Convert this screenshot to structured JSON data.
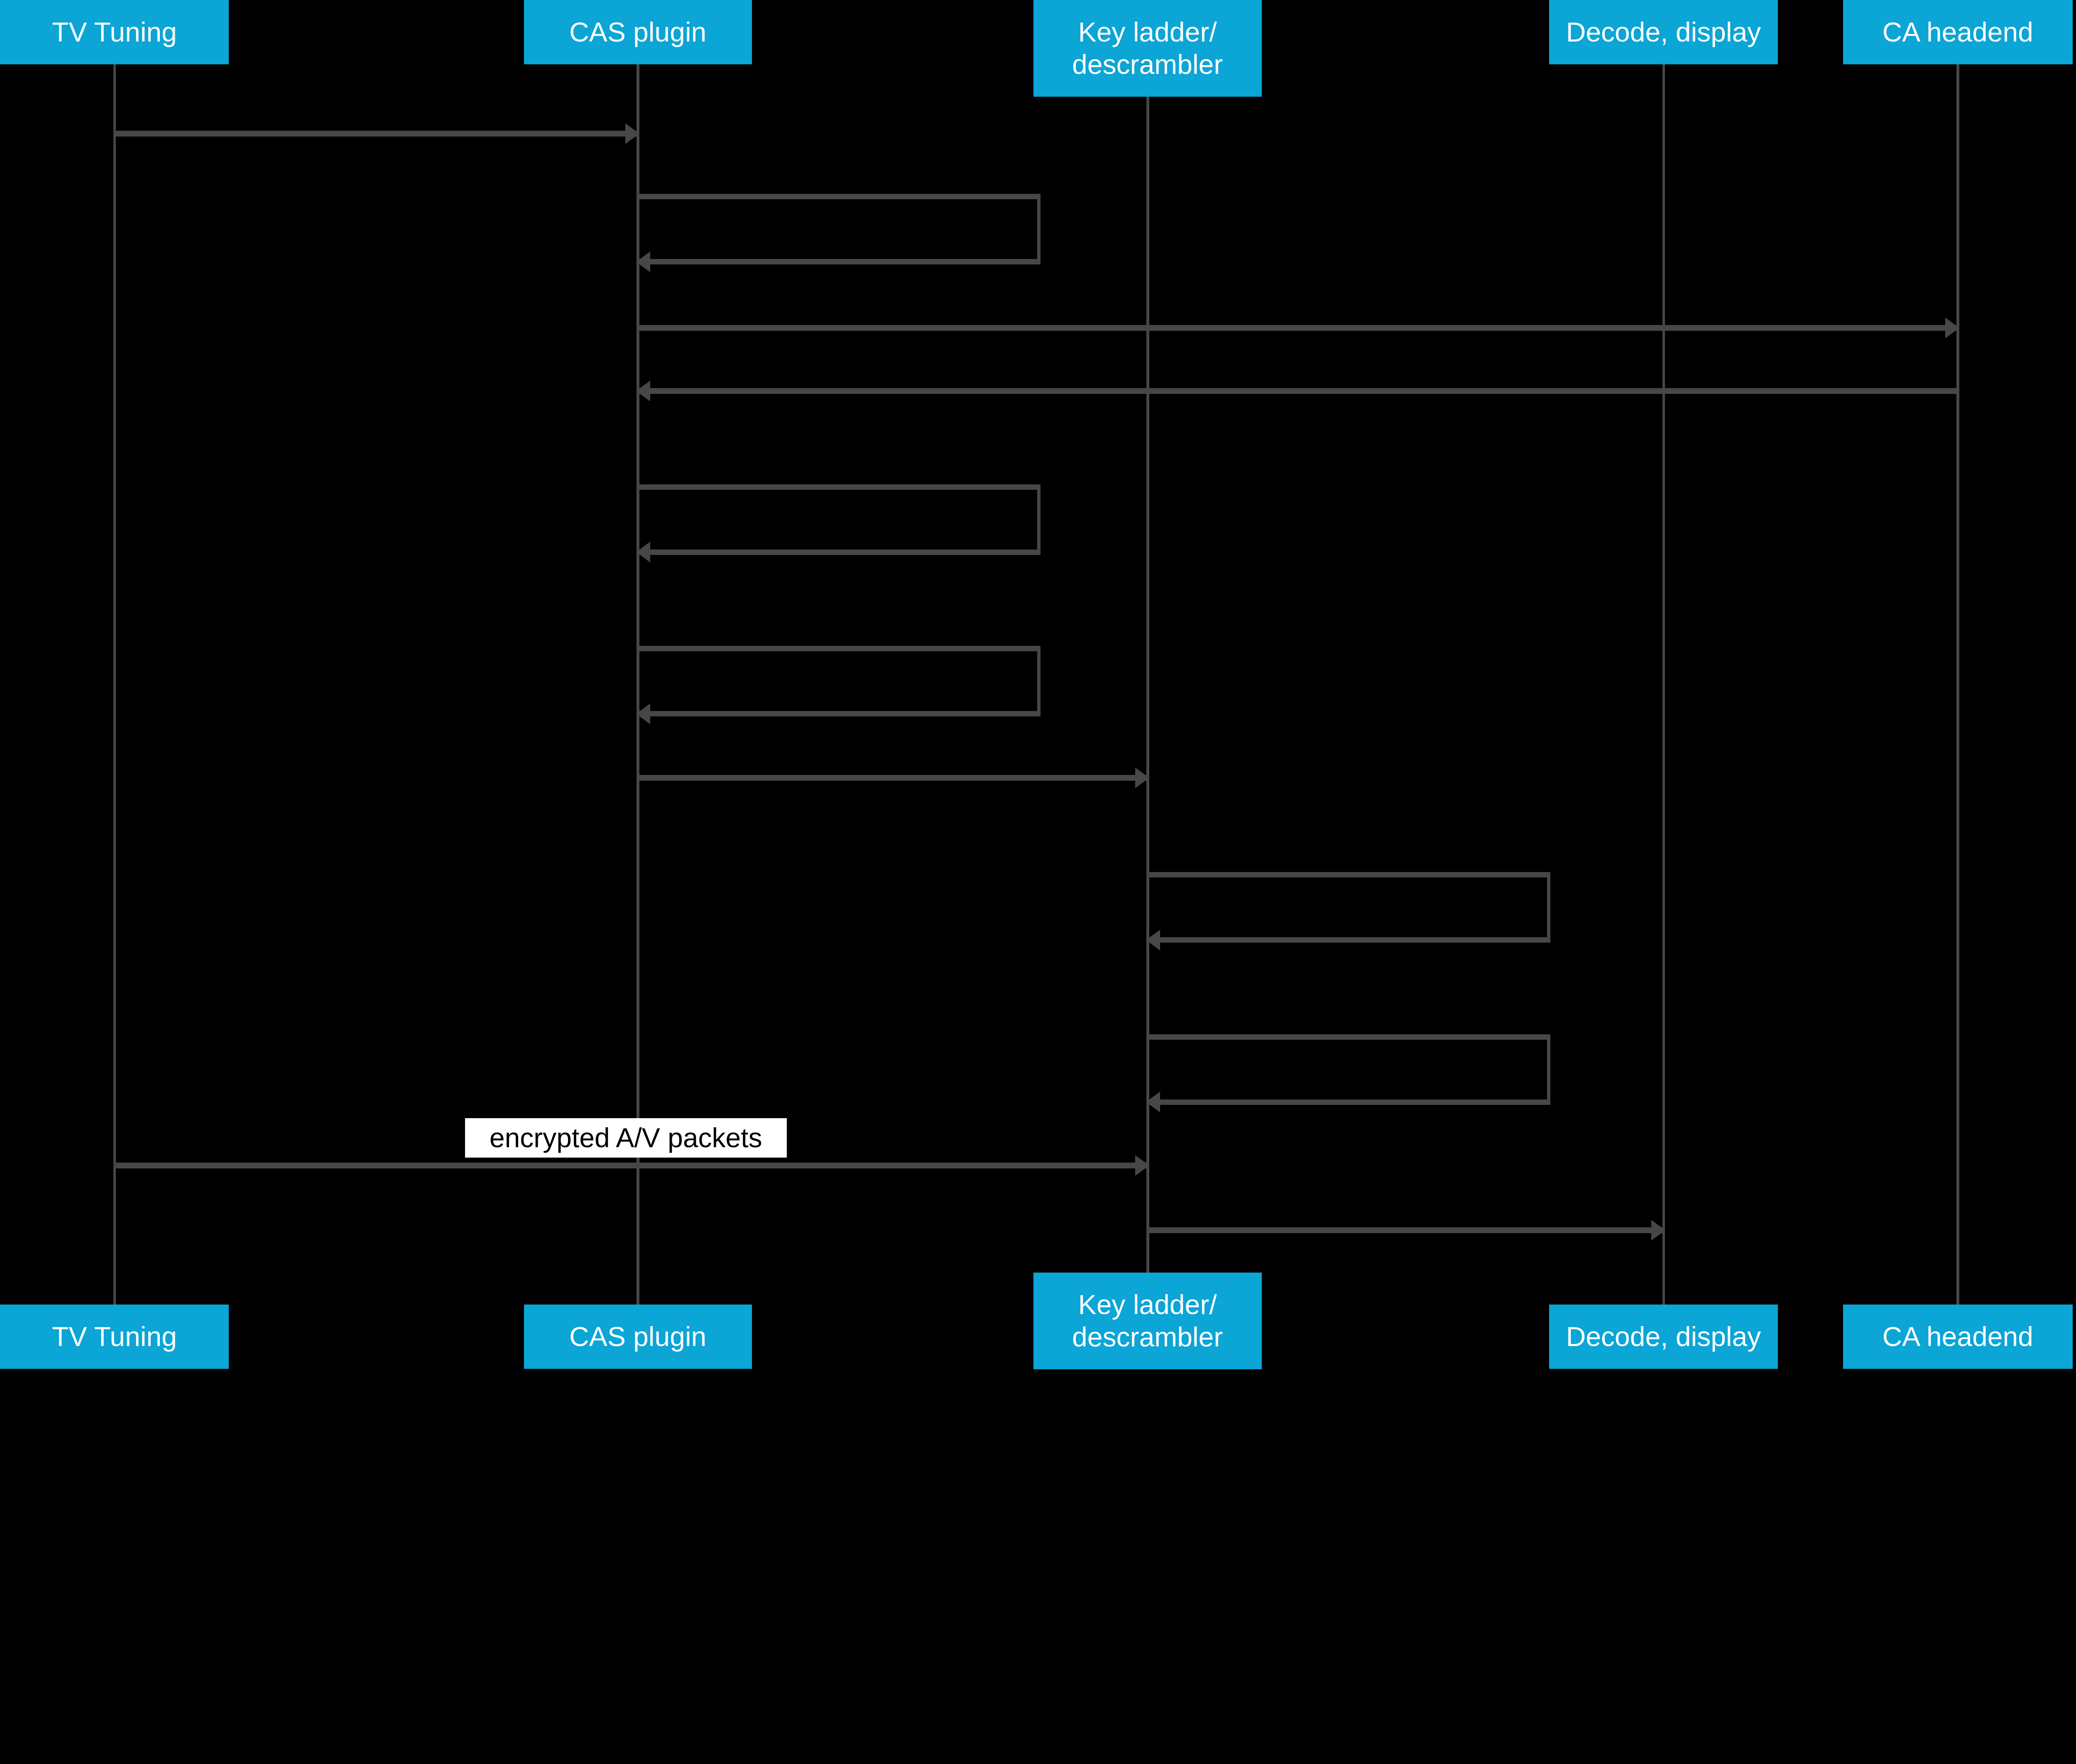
{
  "diagram_type": "sequence-diagram",
  "colors": {
    "accent": "#0ba5d6",
    "line": "#474747",
    "background": "#000000",
    "label_bg": "#ffffff",
    "label_text": "#000000"
  },
  "actors": [
    {
      "id": "tv-tuning",
      "label": "TV Tuning"
    },
    {
      "id": "cas-plugin",
      "label": "CAS plugin"
    },
    {
      "id": "key-ladder-descrambler",
      "label": "Key ladder/\ndescrambler"
    },
    {
      "id": "decode-display",
      "label": "Decode, display"
    },
    {
      "id": "ca-headend",
      "label": "CA headend"
    }
  ],
  "messages": [
    {
      "type": "arrow",
      "from": "TV Tuning",
      "to": "CAS plugin",
      "label": ""
    },
    {
      "type": "self",
      "actor": "CAS plugin",
      "label": ""
    },
    {
      "type": "arrow",
      "from": "CAS plugin",
      "to": "CA headend",
      "label": ""
    },
    {
      "type": "arrow",
      "from": "CA headend",
      "to": "CAS plugin",
      "label": ""
    },
    {
      "type": "self",
      "actor": "CAS plugin",
      "label": ""
    },
    {
      "type": "self",
      "actor": "CAS plugin",
      "label": ""
    },
    {
      "type": "arrow",
      "from": "CAS plugin",
      "to": "Key ladder/descrambler",
      "label": ""
    },
    {
      "type": "self",
      "actor": "Key ladder/descrambler",
      "label": ""
    },
    {
      "type": "self",
      "actor": "Key ladder/descrambler",
      "label": ""
    },
    {
      "type": "arrow",
      "from": "TV Tuning",
      "to": "Key ladder/descrambler",
      "label": "encrypted A/V packets"
    },
    {
      "type": "arrow",
      "from": "Key ladder/descrambler",
      "to": "Decode, display",
      "label": ""
    }
  ]
}
